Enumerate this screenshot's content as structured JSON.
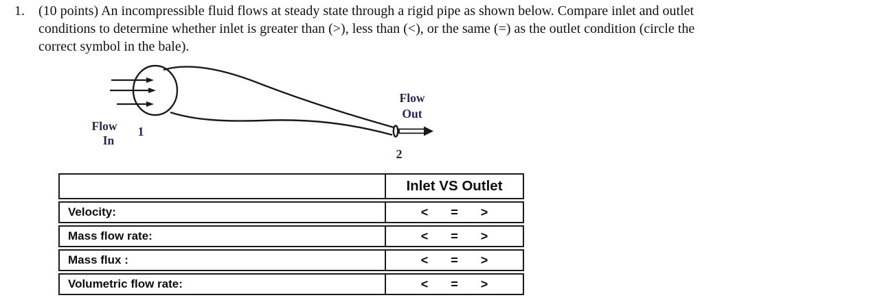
{
  "colors": {
    "page_background": "#ffffff",
    "body_text": "#111111",
    "diagram_label": "#252550",
    "table_border": "#1a1a1a"
  },
  "problem": {
    "number": "1.",
    "line1": "(10 points) An incompressible fluid flows at steady state through a rigid pipe as shown below. Compare inlet and outlet",
    "line2": "conditions to determine whether inlet is greater than (>), less than (<), or the same (=) as the outlet condition (circle the",
    "line3": "correct symbol in the bale)."
  },
  "diagram": {
    "flow_in_word1": "Flow",
    "flow_in_word2": "In",
    "inlet_label": "1",
    "flow_out_word1": "Flow",
    "flow_out_word2": "Out",
    "outlet_label": "2"
  },
  "table": {
    "header": "Inlet VS Outlet",
    "symbols": {
      "less": "<",
      "equal": "=",
      "greater": ">"
    },
    "rows": [
      {
        "label": "Velocity:"
      },
      {
        "label": "Mass flow rate:"
      },
      {
        "label": "Mass flux :"
      },
      {
        "label": "Volumetric flow rate:"
      }
    ]
  }
}
